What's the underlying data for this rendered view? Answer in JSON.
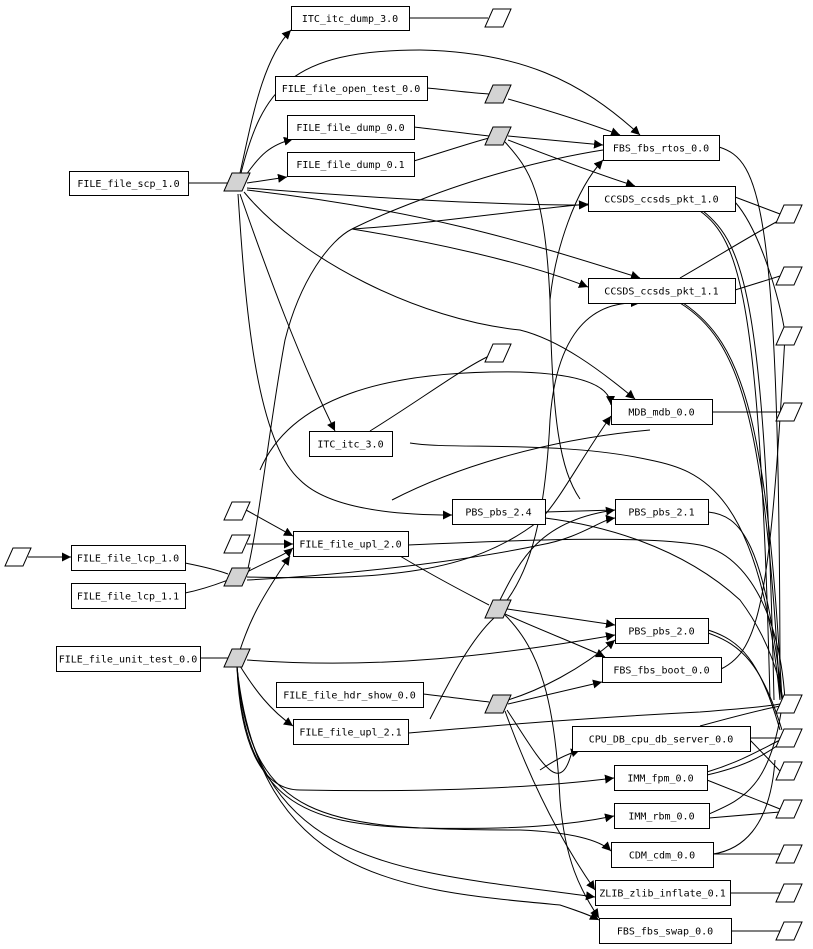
{
  "diagram": {
    "type": "dependency-graph",
    "colors": {
      "stroke": "#000000",
      "junction_fill": "#d3d3d3",
      "port_fill": "#ffffff",
      "node_fill": "#ffffff"
    },
    "nodes": [
      {
        "id": "itc_dump_3_0",
        "label": "ITC_itc_dump_3.0"
      },
      {
        "id": "file_open_test_0_0",
        "label": "FILE_file_open_test_0.0"
      },
      {
        "id": "file_dump_0_0",
        "label": "FILE_file_dump_0.0"
      },
      {
        "id": "file_dump_0_1",
        "label": "FILE_file_dump_0.1"
      },
      {
        "id": "file_scp_1_0",
        "label": "FILE_file_scp_1.0"
      },
      {
        "id": "fbs_rtos_0_0",
        "label": "FBS_fbs_rtos_0.0"
      },
      {
        "id": "ccsds_pkt_1_0",
        "label": "CCSDS_ccsds_pkt_1.0"
      },
      {
        "id": "ccsds_pkt_1_1",
        "label": "CCSDS_ccsds_pkt_1.1"
      },
      {
        "id": "mdb_0_0",
        "label": "MDB_mdb_0.0"
      },
      {
        "id": "itc_3_0",
        "label": "ITC_itc_3.0"
      },
      {
        "id": "pbs_2_4",
        "label": "PBS_pbs_2.4"
      },
      {
        "id": "pbs_2_1",
        "label": "PBS_pbs_2.1"
      },
      {
        "id": "file_upl_2_0",
        "label": "FILE_file_upl_2.0"
      },
      {
        "id": "file_lcp_1_0",
        "label": "FILE_file_lcp_1.0"
      },
      {
        "id": "file_lcp_1_1",
        "label": "FILE_file_lcp_1.1"
      },
      {
        "id": "file_unit_test_0_0",
        "label": "FILE_file_unit_test_0.0"
      },
      {
        "id": "pbs_2_0",
        "label": "PBS_pbs_2.0"
      },
      {
        "id": "fbs_boot_0_0",
        "label": "FBS_fbs_boot_0.0"
      },
      {
        "id": "file_hdr_show_0_0",
        "label": "FILE_file_hdr_show_0.0"
      },
      {
        "id": "file_upl_2_1",
        "label": "FILE_file_upl_2.1"
      },
      {
        "id": "cpu_db_server_0_0",
        "label": "CPU_DB_cpu_db_server_0.0"
      },
      {
        "id": "imm_fpm_0_0",
        "label": "IMM_fpm_0.0"
      },
      {
        "id": "imm_rbm_0_0",
        "label": "IMM_rbm_0.0"
      },
      {
        "id": "cdm_0_0",
        "label": "CDM_cdm_0.0"
      },
      {
        "id": "zlib_inflate_0_1",
        "label": "ZLIB_zlib_inflate_0.1"
      },
      {
        "id": "fbs_swap_0_0",
        "label": "FBS_fbs_swap_0.0"
      }
    ],
    "junctions": [
      "j_scp",
      "j_open",
      "j_dump",
      "j_lcp",
      "j_unit",
      "j_mid",
      "j_hdr"
    ],
    "ports": [
      "p_itcdump",
      "p_itc3",
      "p_upl_a",
      "p_upl_b",
      "p_lcp_in",
      "p_r1",
      "p_r2",
      "p_r3",
      "p_r4",
      "p_r5",
      "p_r6",
      "p_r7",
      "p_r8",
      "p_r9",
      "p_r10",
      "p_r11"
    ]
  }
}
